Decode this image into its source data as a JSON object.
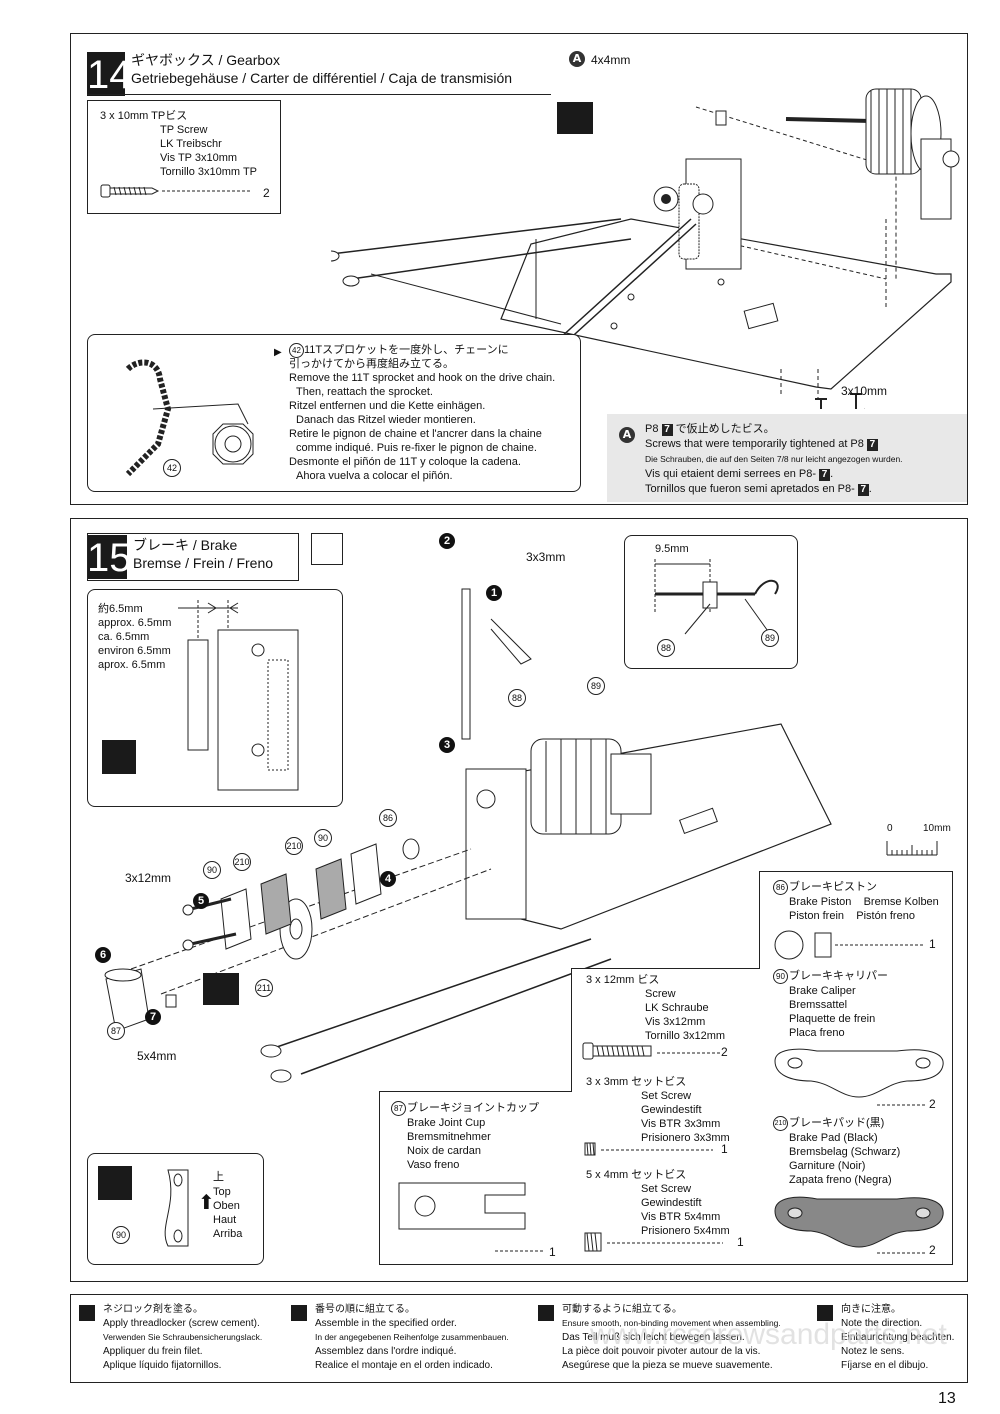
{
  "page_number": "13",
  "watermark": "www.rcscrewsandparts.net",
  "step14": {
    "number": "14",
    "title_line1": "ギヤボックス / Gearbox",
    "title_line2": "Getriebegehäuse / Carter de différentiel / Caja de transmisión",
    "screw_box": {
      "spec": "3 x 10mm  TPビス",
      "names": [
        "TP Screw",
        "LK Treibschr",
        "Vis TP 3x10mm",
        "Tornillo 3x10mm TP"
      ],
      "qty": "2"
    },
    "label_A": "A",
    "label_4x4": "4x4mm",
    "label_3x10": "3x10mm",
    "note": {
      "part_no": "42",
      "lines": [
        "11Tスプロケットを一度外し、チェーンに",
        "引っかけてから再度組み立てる。",
        "Remove the 11T sprocket and hook on the drive chain.",
        "Then, reattach the sprocket.",
        "Ritzel entfernen und die Kette einhägen.",
        "Danach das Ritzel wieder montieren.",
        "Retire le pignon de chaine et l'ancrer dans la chaine",
        "comme indiqué.  Puis re-fixer le pignon de chaine.",
        "Desmonte el piñón de 11T y coloque la cadena.",
        "Ahora vuelva a colocar el piñón."
      ]
    },
    "info_box": {
      "line1_a": "P8",
      "line1_b": "で仮止めしたビス。",
      "line2": "Screws that were temporarily tightened at P8",
      "line3": "Die Schrauben, die auf den Seiten 7/8 nur leicht angezogen wurden.",
      "line4": "Vis qui etaient demi serrees en P8-",
      "line5": "Tornillos que fueron semi apretados en P8-",
      "seven": "7"
    }
  },
  "step15": {
    "number": "15",
    "title_line1": "ブレーキ / Brake",
    "title_line2": "Bremse / Frein / Freno",
    "approx": [
      "約6.5mm",
      "approx. 6.5mm",
      "ca. 6.5mm",
      "environ 6.5mm",
      "aprox. 6.5mm"
    ],
    "label_3x3": "3x3mm",
    "label_9_5": "9.5mm",
    "label_3x12": "3x12mm",
    "label_5x4": "5x4mm",
    "steps": [
      "1",
      "2",
      "3",
      "4",
      "5",
      "6",
      "7"
    ],
    "parts_callouts": [
      "88",
      "89",
      "86",
      "90",
      "210",
      "211",
      "87"
    ],
    "scale": {
      "zero": "0",
      "ten": "10mm"
    },
    "brake_piston": {
      "no": "86",
      "jp": "ブレーキピストン",
      "names": [
        "Brake Piston    Bremse Kolben",
        "Piston frein    Pistón freno"
      ],
      "qty": "1"
    },
    "caliper": {
      "no": "90",
      "jp": "ブレーキキャリパー",
      "names": [
        "Brake Caliper",
        "Bremssattel",
        "Plaquette de frein",
        "Placa freno"
      ],
      "qty": "2"
    },
    "pad": {
      "no": "210",
      "jp": "ブレーキパッド(黒)",
      "names": [
        "Brake Pad (Black)",
        "Bremsbelag (Schwarz)",
        "Garniture (Noir)",
        "Zapata freno (Negra)"
      ],
      "qty": "2"
    },
    "screw_3x12": {
      "spec": "3 x 12mm  ビス",
      "names": [
        "Screw",
        "LK Schraube",
        "Vis 3x12mm",
        "Tornillo 3x12mm"
      ],
      "qty": "2"
    },
    "set_3x3": {
      "spec": "3 x 3mm  セットビス",
      "names": [
        "Set Screw",
        "Gewindestift",
        "Vis BTR 3x3mm",
        "Prisionero 3x3mm"
      ],
      "qty": "1"
    },
    "set_5x4": {
      "spec": "5 x 4mm  セットビス",
      "names": [
        "Set Screw",
        "Gewindestift",
        "Vis BTR 5x4mm",
        "Prisionero 5x4mm"
      ],
      "qty": "1"
    },
    "joint_cup": {
      "no": "87",
      "jp": "ブレーキジョイントカップ",
      "names": [
        "Brake Joint Cup",
        "Bremsmitnehmer",
        "Noix de cardan",
        "Vaso freno"
      ],
      "qty": "1"
    },
    "top": {
      "no": "90",
      "labels": [
        "上",
        "Top",
        "Oben",
        "Haut",
        "Arriba"
      ]
    }
  },
  "legend": [
    {
      "icon": "threadlocker-icon",
      "lines": [
        "ネジロック剤を塗る。",
        "Apply threadlocker (screw cement).",
        "Verwenden Sie Schraubensicherungslack.",
        "Appliquer du frein filet.",
        "Aplique líquido fijatornillos."
      ]
    },
    {
      "icon": "order-icon",
      "lines": [
        "番号の順に組立てる。",
        "Assemble in the specified order.",
        "In der angegebenen Reihenfolge zusammenbauen.",
        "Assemblez dans l'ordre indiqué.",
        "Realice el montaje en el orden indicado."
      ]
    },
    {
      "icon": "movable-icon",
      "lines": [
        "可動するように組立てる。",
        "Ensure smooth, non-binding movement when assembling.",
        "Das Teil muß sich leicht bewegen lassen.",
        "La pièce doit pouvoir pivoter autour de la vis.",
        "Asegúrese que la pieza se mueve suavemente."
      ]
    },
    {
      "icon": "direction-icon",
      "lines": [
        "向きに注意。",
        "Note the direction.",
        "Einbaurichtung beachten.",
        "Notez le sens.",
        "Fíjarse en el dibujo."
      ]
    }
  ]
}
